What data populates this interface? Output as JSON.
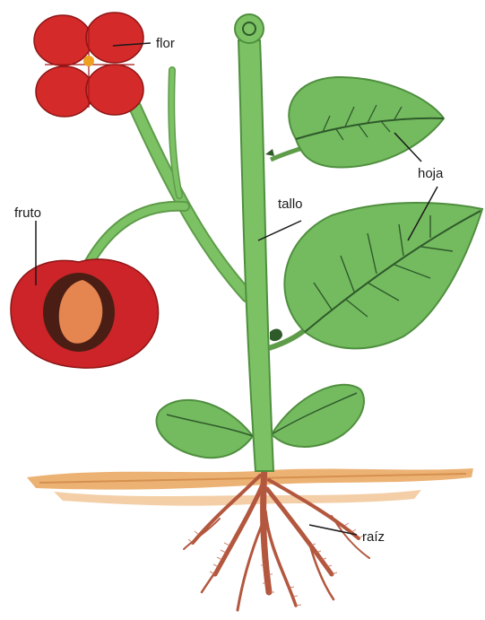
{
  "diagram": {
    "labels": {
      "flower": "flor",
      "fruit": "fruto",
      "stem": "tallo",
      "leaf": "hoja",
      "root": "raíz"
    },
    "colors": {
      "stem_green": "#7cc265",
      "leaf_green": "#74bb60",
      "vein": "#2f5a2a",
      "petal_red": "#d42a2a",
      "flower_center": "#f0a020",
      "fruit_red": "#cc2428",
      "fruit_pit": "#e58550",
      "fruit_pit_ring": "#4a1e14",
      "soil": "#e9a55c",
      "root": "#b3573e"
    }
  }
}
